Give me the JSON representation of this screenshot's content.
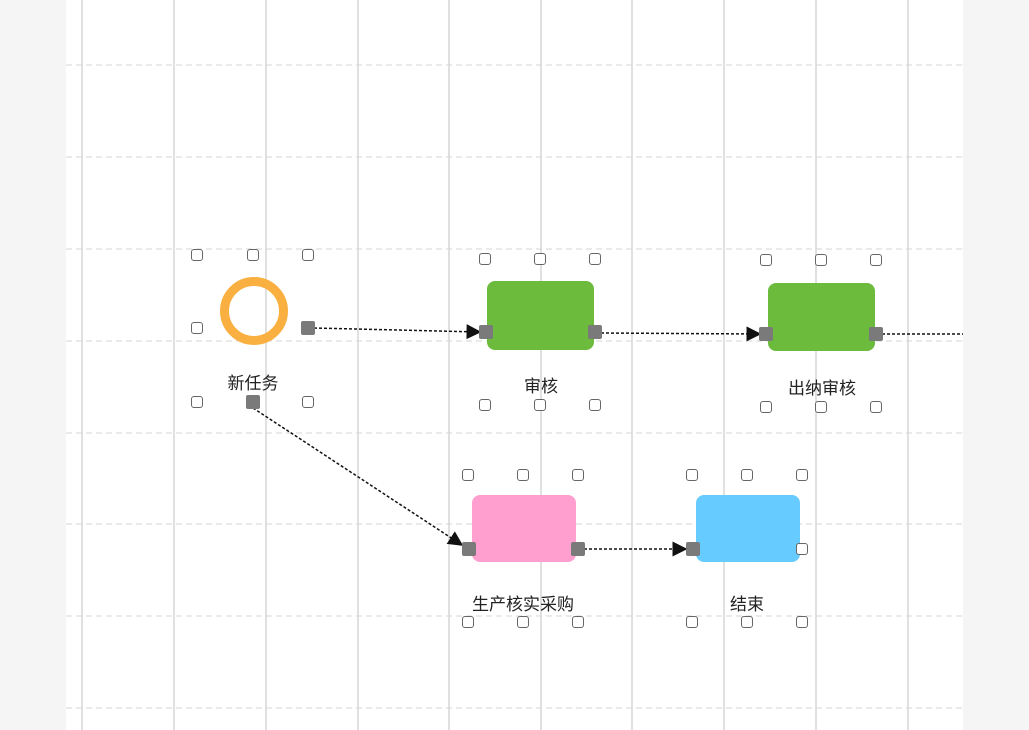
{
  "diagram": {
    "nodes": [
      {
        "id": "start",
        "label": "新任务",
        "shape": "circle",
        "color": "#F9B040"
      },
      {
        "id": "review",
        "label": "审核",
        "shape": "rect",
        "color": "#6CBB3C"
      },
      {
        "id": "cashier",
        "label": "出纳审核",
        "shape": "rect",
        "color": "#6CBB3C"
      },
      {
        "id": "production",
        "label": "生产核实采购",
        "shape": "rect",
        "color": "#FF9FD0"
      },
      {
        "id": "end",
        "label": "结束",
        "shape": "rect",
        "color": "#66CCFF"
      }
    ],
    "edges": [
      {
        "from": "start",
        "to": "review"
      },
      {
        "from": "review",
        "to": "cashier"
      },
      {
        "from": "cashier",
        "to": "(offscreen)"
      },
      {
        "from": "start",
        "to": "production"
      },
      {
        "from": "production",
        "to": "end"
      }
    ]
  }
}
